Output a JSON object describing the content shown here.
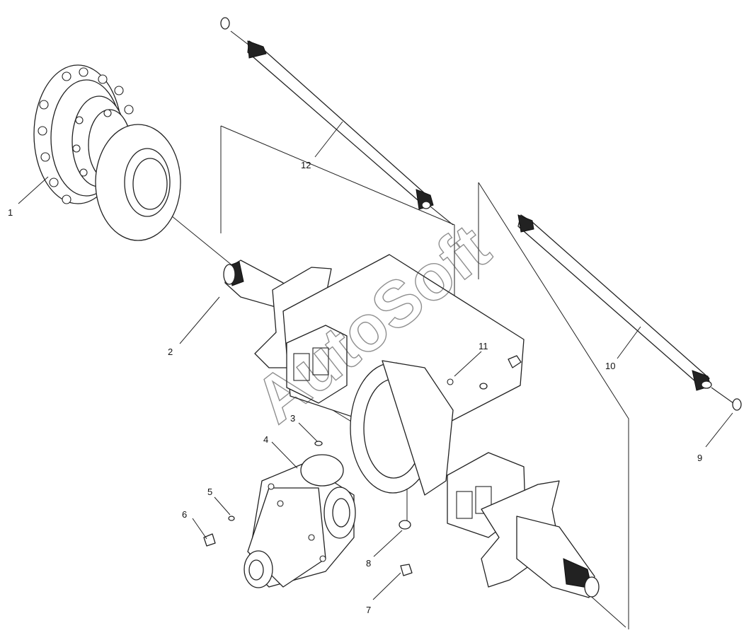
{
  "watermark": "AutoSoft",
  "callouts": [
    "1",
    "2",
    "3",
    "4",
    "5",
    "6",
    "7",
    "8",
    "9",
    "10",
    "11",
    "12"
  ],
  "colors": {
    "line": "#222222",
    "background": "#ffffff"
  }
}
